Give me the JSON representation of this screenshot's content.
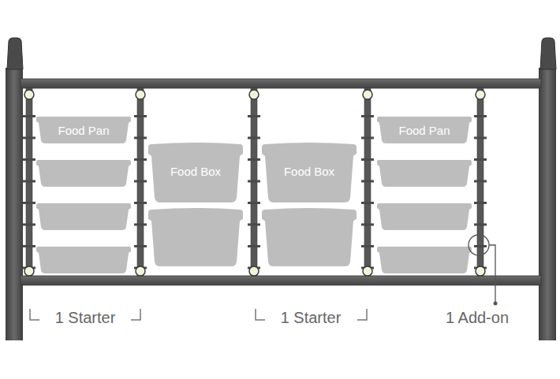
{
  "diagram": {
    "nodes": [
      {
        "text": [
          "Food Pan"
        ]
      },
      {
        "text": [
          "Food Box"
        ]
      },
      {
        "text": [
          "Food Box"
        ]
      },
      {
        "text": [
          "Food Pan"
        ]
      }
    ],
    "labels": [
      "1 Starter",
      "1 Starter",
      "1 Add-on"
    ]
  }
}
